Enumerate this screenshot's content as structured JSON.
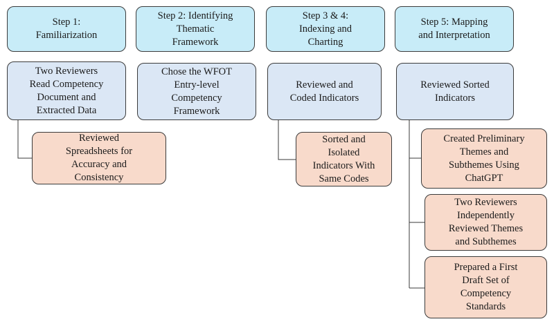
{
  "colors": {
    "step_fill": "#c8ecf8",
    "level1_fill": "#dbe7f5",
    "level2_fill": "#f8dacb",
    "line": "#3a3a3a"
  },
  "steps": [
    {
      "title": "Step 1:\nFamiliarization",
      "main": "Two Reviewers\nRead Competency\nDocument and\nExtracted Data",
      "subs": [
        "Reviewed\nSpreadsheets for\nAccuracy and\nConsistency"
      ]
    },
    {
      "title": "Step 2: Identifying\nThematic\nFramework",
      "main": "Chose the WFOT\nEntry-level\nCompetency\nFramework",
      "subs": []
    },
    {
      "title": "Step 3 & 4:\nIndexing and\nCharting",
      "main": "Reviewed and\nCoded Indicators",
      "subs": [
        "Sorted and\nIsolated\nIndicators With\nSame Codes"
      ]
    },
    {
      "title": "Step 5: Mapping\nand Interpretation",
      "main": "Reviewed Sorted\nIndicators",
      "subs": [
        "Created Preliminary\nThemes and\nSubthemes Using\nChatGPT",
        "Two Reviewers\nIndependently\nReviewed Themes\nand Subthemes",
        "Prepared a First\nDraft Set of\nCompetency\nStandards"
      ]
    }
  ]
}
